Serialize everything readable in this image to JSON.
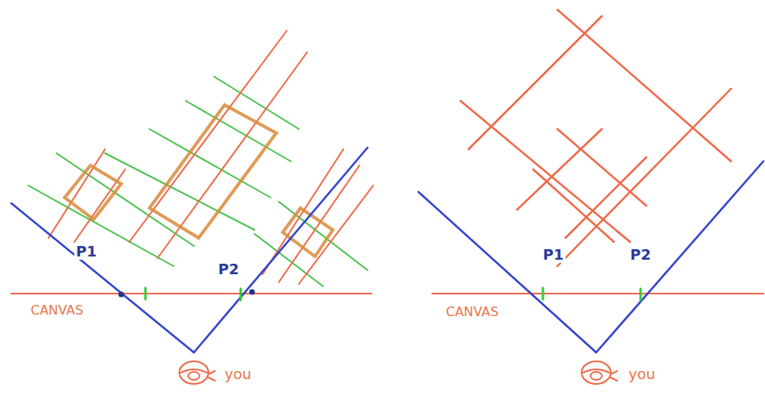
{
  "diagram": {
    "labels": [
      "P1",
      "P2",
      "CANVAS",
      "you",
      "P1",
      "P2",
      "CANVAS",
      "you"
    ]
  }
}
